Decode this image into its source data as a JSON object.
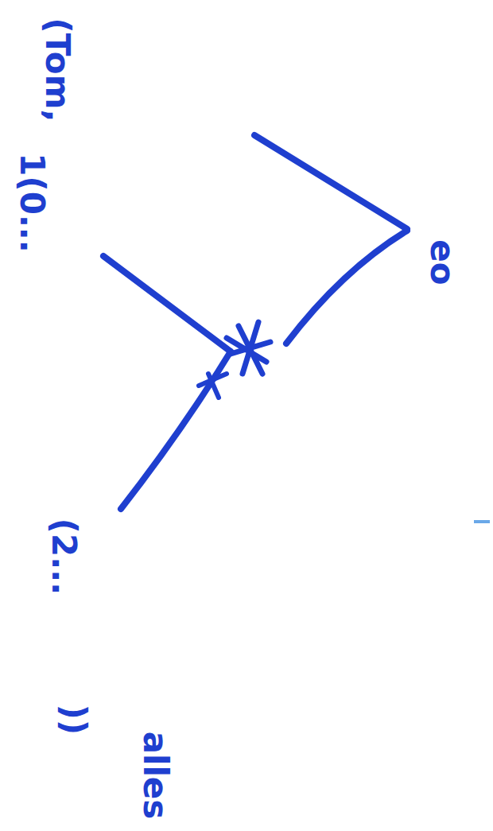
{
  "diagram": {
    "labels": [
      "eo",
      "(Tom,",
      "1(0...",
      "(2...",
      "))",
      "alles"
    ]
  }
}
